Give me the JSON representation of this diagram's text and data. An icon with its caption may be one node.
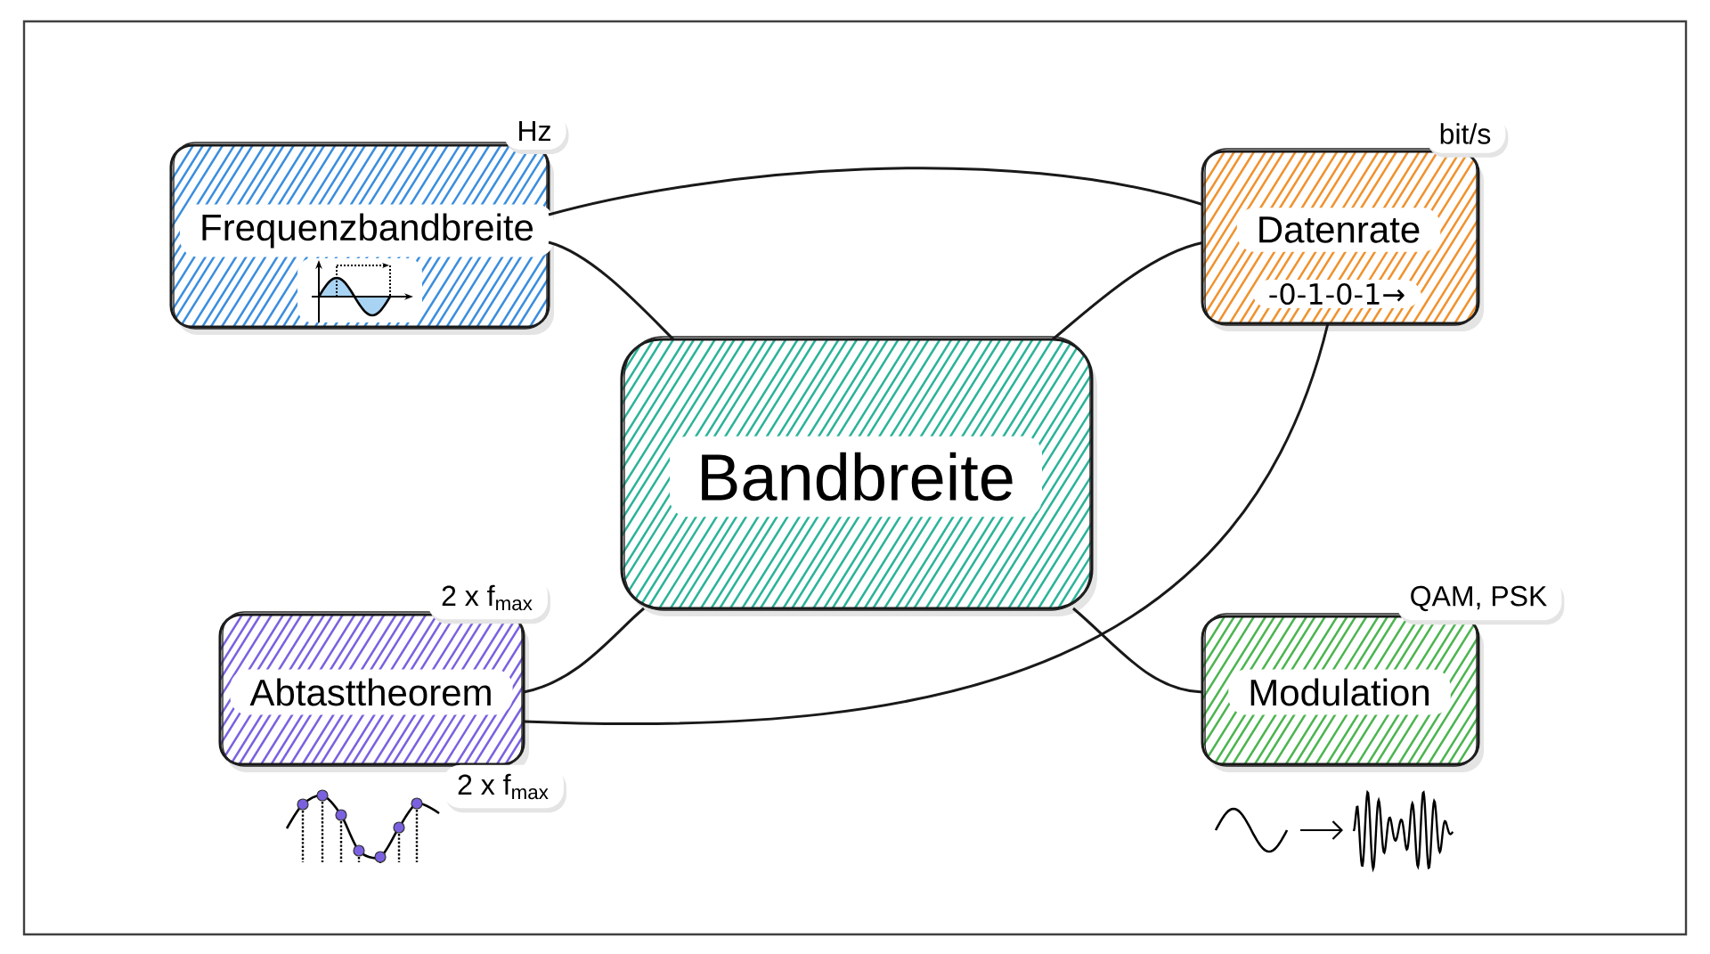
{
  "diagram": {
    "nodes": [
      {
        "text": [
          "Frequenzbandbreite"
        ],
        "beside": [
          "Hz"
        ]
      },
      {
        "text": [
          "Datenrate",
          "-0-1-0-1→"
        ],
        "beside": [
          "bit/s"
        ]
      },
      {
        "text": [
          "Bandbreite"
        ]
      },
      {
        "text": [
          "Abtasttheorem"
        ],
        "beside": [
          "2 x f$_{max}$",
          "2 x f$_{max}$"
        ]
      },
      {
        "text": [
          "Modulation"
        ],
        "beside": [
          "QAM, PSK"
        ]
      }
    ],
    "edges": [
      {
        "from": 0,
        "to": 1,
        "arrow": "none"
      },
      {
        "from": 0,
        "to": 2,
        "arrow": "none"
      },
      {
        "from": 1,
        "to": 2,
        "arrow": "none"
      },
      {
        "from": 3,
        "to": 2,
        "arrow": "none"
      },
      {
        "from": 3,
        "to": 1,
        "arrow": "none"
      },
      {
        "from": 2,
        "to": 4,
        "arrow": "none"
      }
    ]
  }
}
